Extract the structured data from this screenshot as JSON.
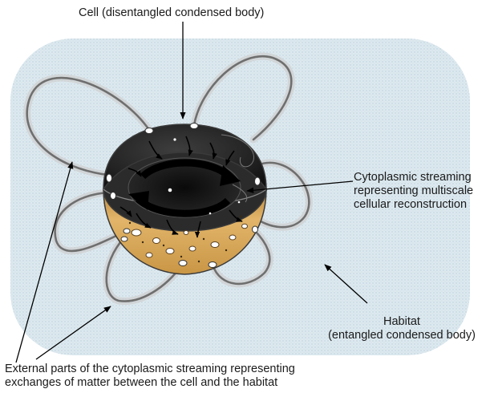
{
  "labels": {
    "cell": "Cell (disentangled condensed body)",
    "cytoplasmic_line1": "Cytoplasmic streaming",
    "cytoplasmic_line2": "representing multiscale",
    "cytoplasmic_line3": "cellular reconstruction",
    "habitat_line1": "Habitat",
    "habitat_line2": "(entangled condensed body)",
    "external_line1": "External parts of the cytoplasmic streaming representing",
    "external_line2": "exchanges of matter between the cell and the habitat"
  },
  "colors": {
    "habitat_fill": "#dde9ef",
    "habitat_dots": "#b9cfdb",
    "loop_stroke": "#6f6f6f",
    "loop_halo": "#bdbdbd",
    "cell_dark": "#1b1b1b",
    "cell_lower": "#d8a858",
    "cell_outline": "#3a3a3a",
    "arrow": "#000000",
    "text": "#1a1a1a"
  }
}
